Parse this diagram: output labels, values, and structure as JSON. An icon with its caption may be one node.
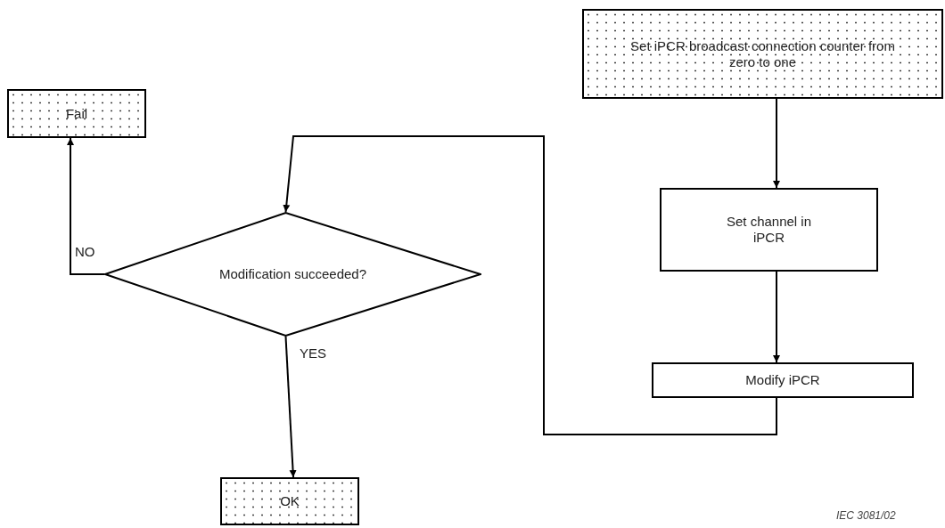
{
  "diagram": {
    "nodes": [
      {
        "text": [
          "Set iPCR broadcast connection counter from zero to one"
        ]
      },
      {
        "text": [
          "Fail"
        ]
      },
      {
        "text": [
          "Modification succeeded?"
        ]
      },
      {
        "text": [
          "Set channel in iPCR"
        ]
      },
      {
        "text": [
          "Modify iPCR"
        ]
      },
      {
        "text": [
          "OK"
        ]
      }
    ],
    "edges": [
      {
        "from": 0,
        "to": 3,
        "arrow": "to"
      },
      {
        "from": 3,
        "to": 4,
        "arrow": "to"
      },
      {
        "from": 4,
        "to": 2,
        "arrow": "to"
      },
      {
        "from": 2,
        "to": 1,
        "arrow": "to",
        "label": "NO"
      },
      {
        "from": 2,
        "to": 5,
        "arrow": "to",
        "label": "YES"
      }
    ],
    "labels": [
      "IEC 3081/02"
    ]
  }
}
